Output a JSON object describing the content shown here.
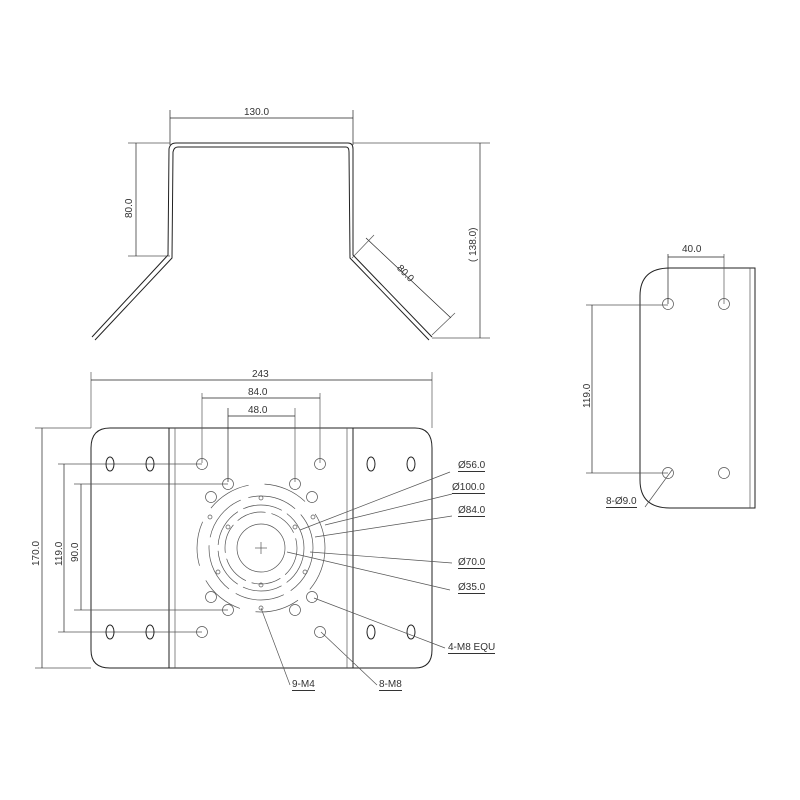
{
  "side_view": {
    "width_label": "130.0",
    "leg_height_label": "80.0",
    "flange_length_label": "80.0",
    "total_height_label": "( 138.0)"
  },
  "plan_view": {
    "overall_width_label": "243",
    "hole_spacing_outer_label": "84.0",
    "hole_spacing_inner_label": "48.0",
    "overall_height_label": "170.0",
    "slot_spacing_label": "119.0",
    "inner_spacing_label": "90.0",
    "callouts": [
      {
        "id": "d56",
        "label": "Ø56.0"
      },
      {
        "id": "d100",
        "label": "Ø100.0"
      },
      {
        "id": "d84",
        "label": "Ø84.0"
      },
      {
        "id": "d70",
        "label": "Ø70.0"
      },
      {
        "id": "d35",
        "label": "Ø35.0"
      },
      {
        "id": "m8equ",
        "label": "4-M8 EQU"
      },
      {
        "id": "m4",
        "label": "9-M4"
      },
      {
        "id": "m8",
        "label": "8-M8"
      }
    ]
  },
  "end_view": {
    "hole_spacing_label": "40.0",
    "height_spacing_label": "119.0",
    "holes_label": "8-Ø9.0"
  }
}
